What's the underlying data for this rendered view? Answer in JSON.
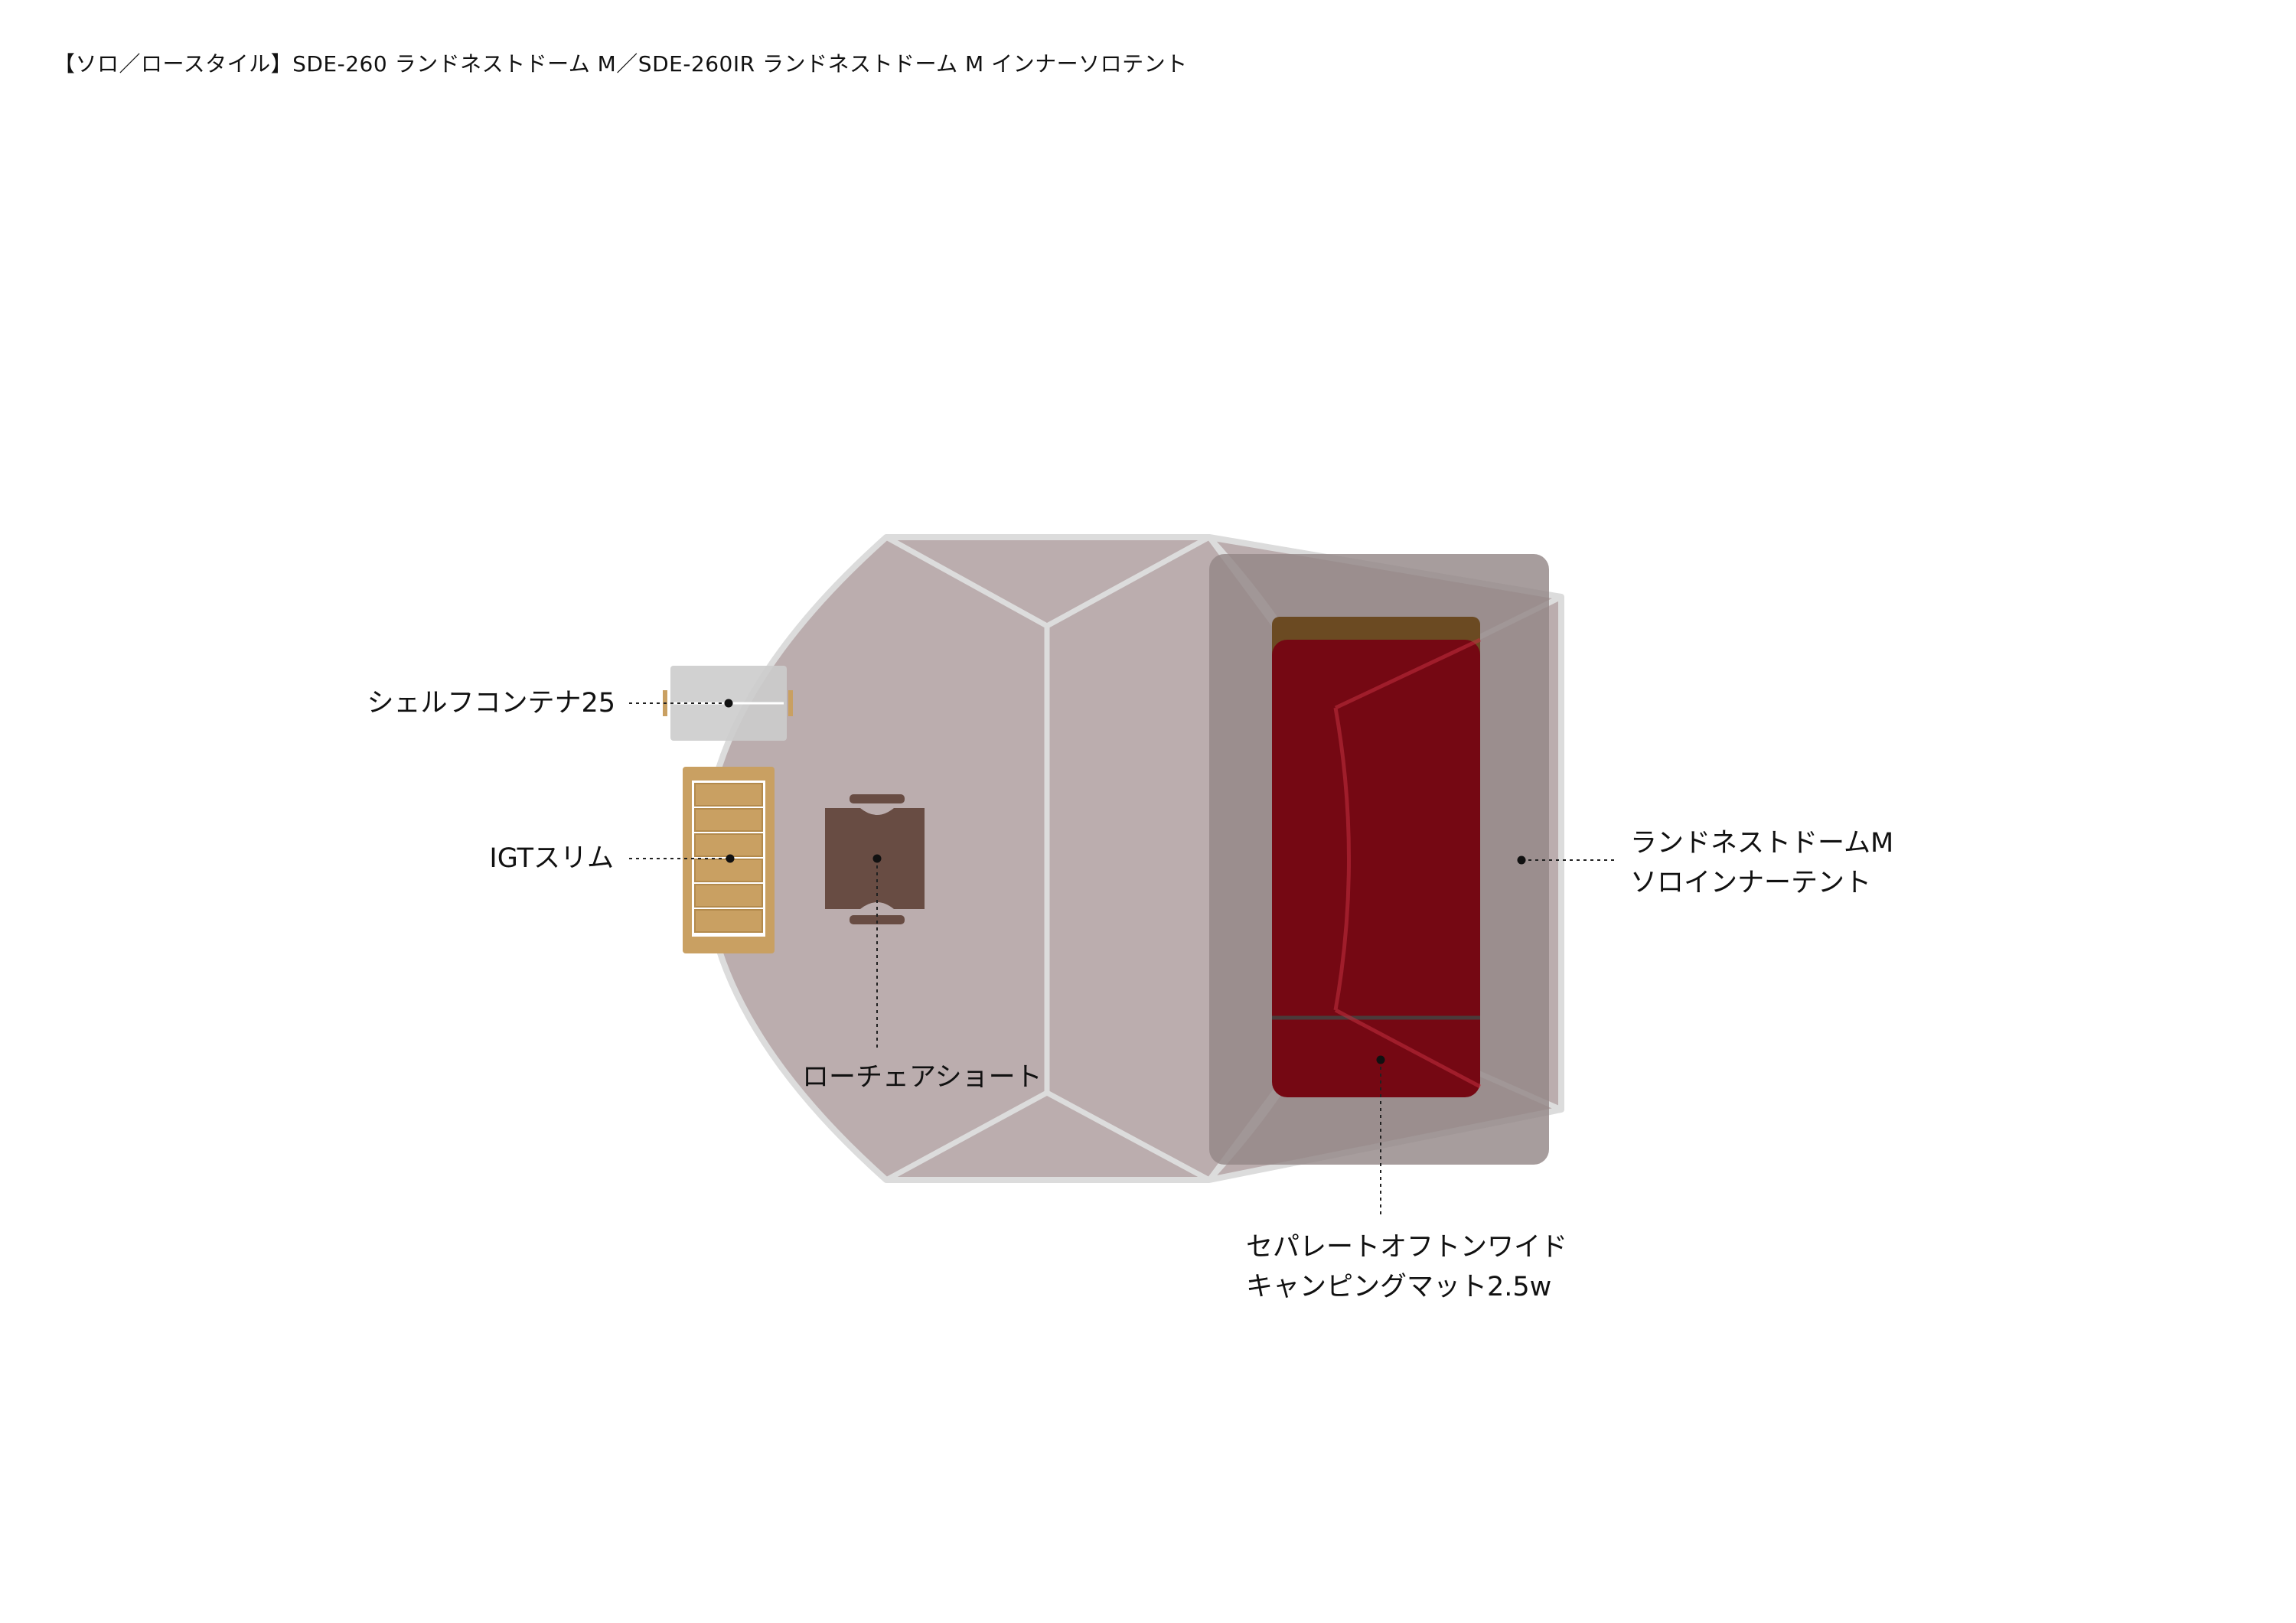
{
  "title": "【ソロ／ロースタイル】SDE-260 ランドネストドーム M／SDE-260IR ランドネストドーム M インナーソロテント",
  "items": {
    "shelf": {
      "label": "シェルフコンテナ25"
    },
    "igt": {
      "label": "IGTスリム"
    },
    "chair": {
      "label": "ローチェアショート"
    },
    "inner_tent": {
      "label_line1": "ランドネストドームM",
      "label_line2": "ソロインナーテント"
    },
    "mat": {
      "label_line1": "セパレートオフトンワイド",
      "label_line2": "キャンピングマット2.5w"
    }
  },
  "colors": {
    "tent_fill": "#bbadae",
    "tent_frame": "#dcdcdc",
    "inner_tent_fill": "#948888",
    "mat_red": "#750813",
    "mat_brown": "#6b4a22",
    "igt_wood": "#c9a062",
    "chair_brown": "#684c43",
    "shelf_gray": "#cccccc",
    "leader_line": "#222222"
  }
}
